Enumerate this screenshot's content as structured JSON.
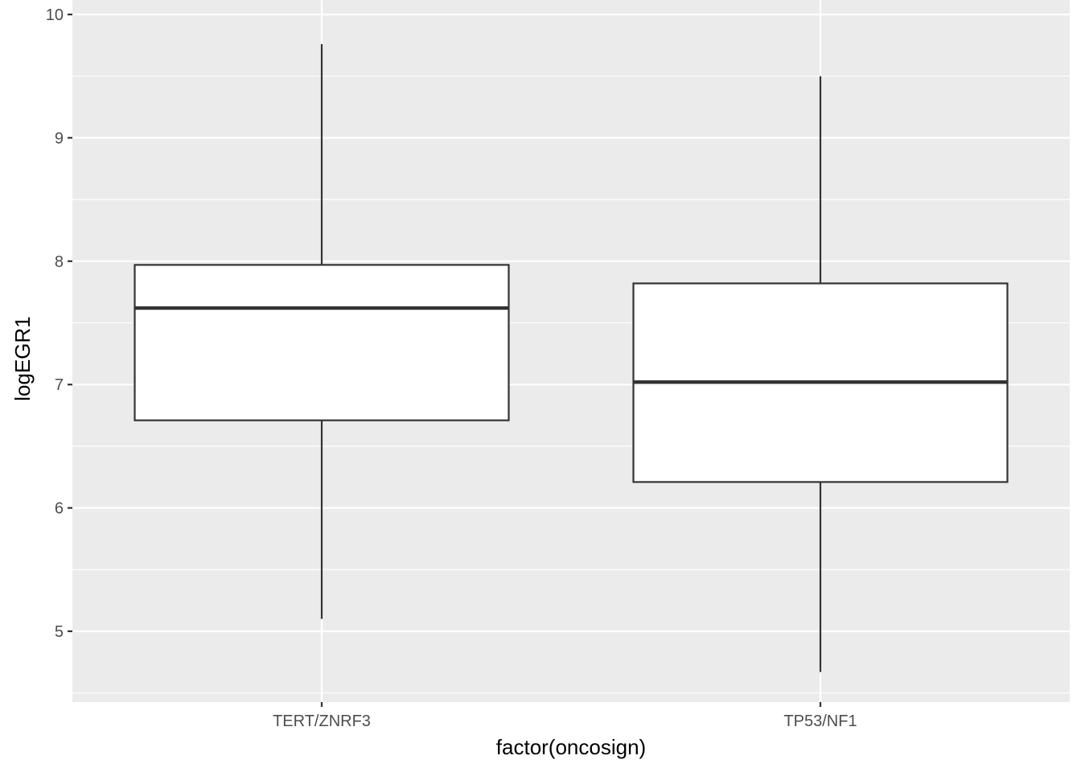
{
  "chart_data": {
    "type": "box",
    "title": "",
    "xlabel": "factor(oncosign)",
    "ylabel": "logEGR1",
    "ylim": [
      4.43,
      10.0
    ],
    "y_ticks": [
      5,
      6,
      7,
      8,
      9,
      10
    ],
    "y_tick_labels": [
      "5",
      "6",
      "7",
      "8",
      "9",
      "10"
    ],
    "y_minor_ticks": [
      4.5,
      5.5,
      6.5,
      7.5,
      8.5,
      9.5
    ],
    "categories": [
      "TERT/ZNRF3",
      "TP53/NF1"
    ],
    "boxes": [
      {
        "category": "TERT/ZNRF3",
        "whisker_low": 5.1,
        "q1": 6.71,
        "median": 7.62,
        "q3": 7.97,
        "whisker_high": 9.76
      },
      {
        "category": "TP53/NF1",
        "whisker_low": 4.67,
        "q1": 6.21,
        "median": 7.02,
        "q3": 7.82,
        "whisker_high": 9.5
      }
    ],
    "grid": true,
    "colors": {
      "panel_background": "#ebebeb",
      "grid": "#ffffff",
      "box_fill": "#ffffff",
      "box_stroke": "#333333",
      "tick": "#333333"
    }
  }
}
